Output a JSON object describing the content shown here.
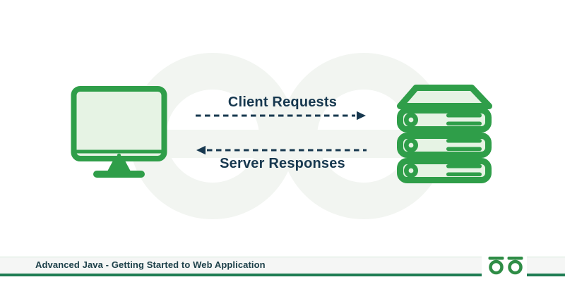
{
  "diagram": {
    "title_implied": "Client Server Communication",
    "client_request_label": "Client Requests",
    "server_response_label": "Server Responses",
    "client_node": "client-computer",
    "server_node": "web-server-stack",
    "request_arrow_direction": "right",
    "response_arrow_direction": "left"
  },
  "footer": {
    "caption": "Advanced Java - Getting Started to Web Application",
    "logo_name": "geeksforgeeks-logo"
  },
  "colors": {
    "icon_green": "#2f9e49",
    "icon_fill": "#e6f3e4",
    "arrow_navy": "#17384f",
    "footer_band_bg": "#f5f6f5",
    "footer_underline_green": "#1e7d53",
    "footer_text": "#1d4049",
    "logo_green": "#2f8d46",
    "watermark": "#f2f5f1"
  }
}
